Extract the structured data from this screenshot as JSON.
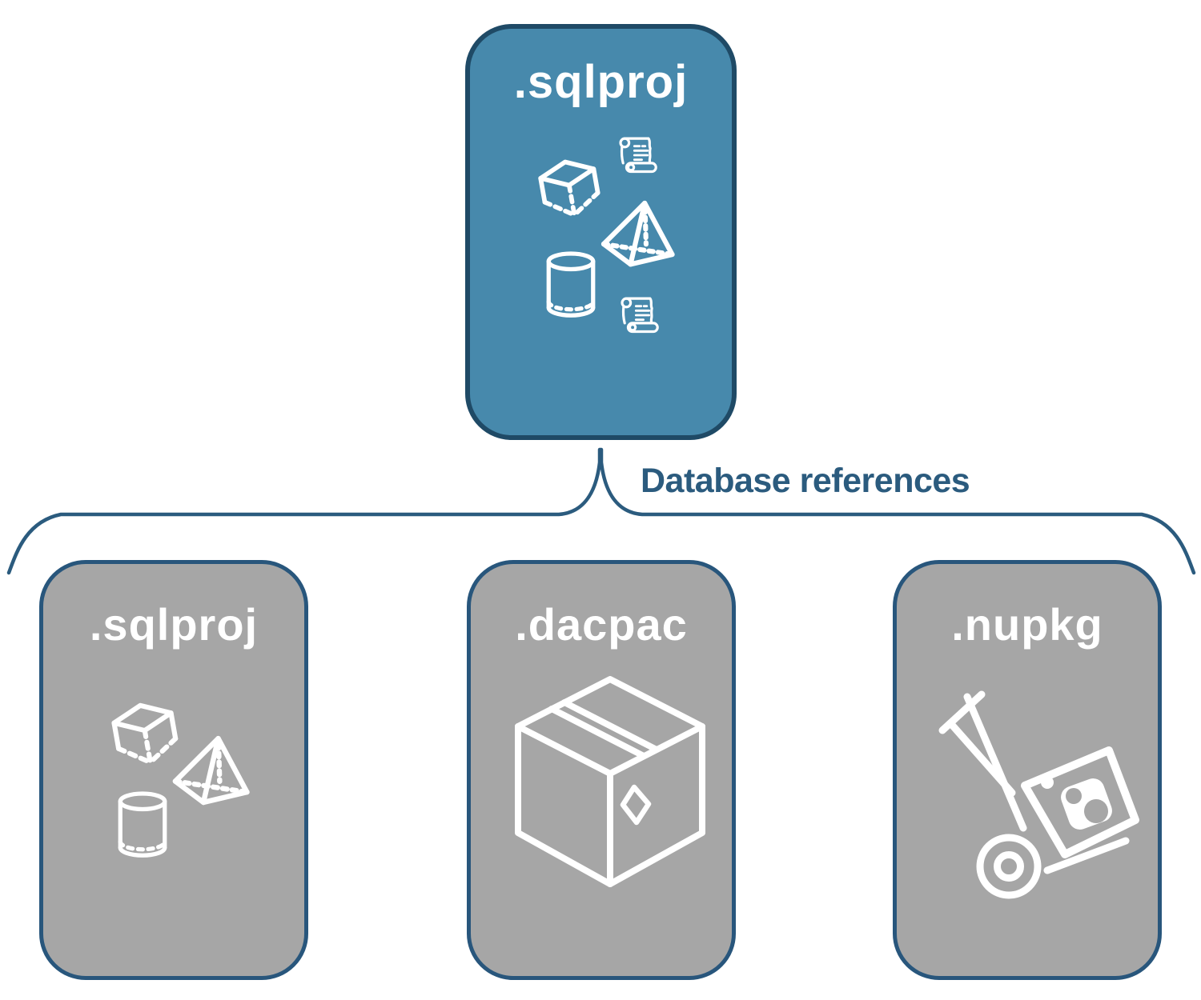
{
  "diagram": {
    "connector_label": "Database references",
    "root": {
      "label": ".sqlproj",
      "icons": [
        "sql-script-scroll-icon",
        "cube-icon",
        "pyramid-icon",
        "cylinder-icon",
        "sql-script-scroll-icon"
      ]
    },
    "children": [
      {
        "id": "sqlproj",
        "label": ".sqlproj",
        "icons": [
          "cube-icon",
          "pyramid-icon",
          "cylinder-icon"
        ]
      },
      {
        "id": "dacpac",
        "label": ".dacpac",
        "icons": [
          "package-box-icon"
        ]
      },
      {
        "id": "nupkg",
        "label": ".nupkg",
        "icons": [
          "hand-truck-nuget-package-icon"
        ]
      }
    ],
    "colors": {
      "root_fill": "#4789AC",
      "root_border": "#1F4A66",
      "child_fill": "#A6A6A6",
      "child_border": "#28567C",
      "connector": "#2B5B7E",
      "label_text": "#2B5B7E",
      "title_text": "#FFFFFF"
    }
  }
}
